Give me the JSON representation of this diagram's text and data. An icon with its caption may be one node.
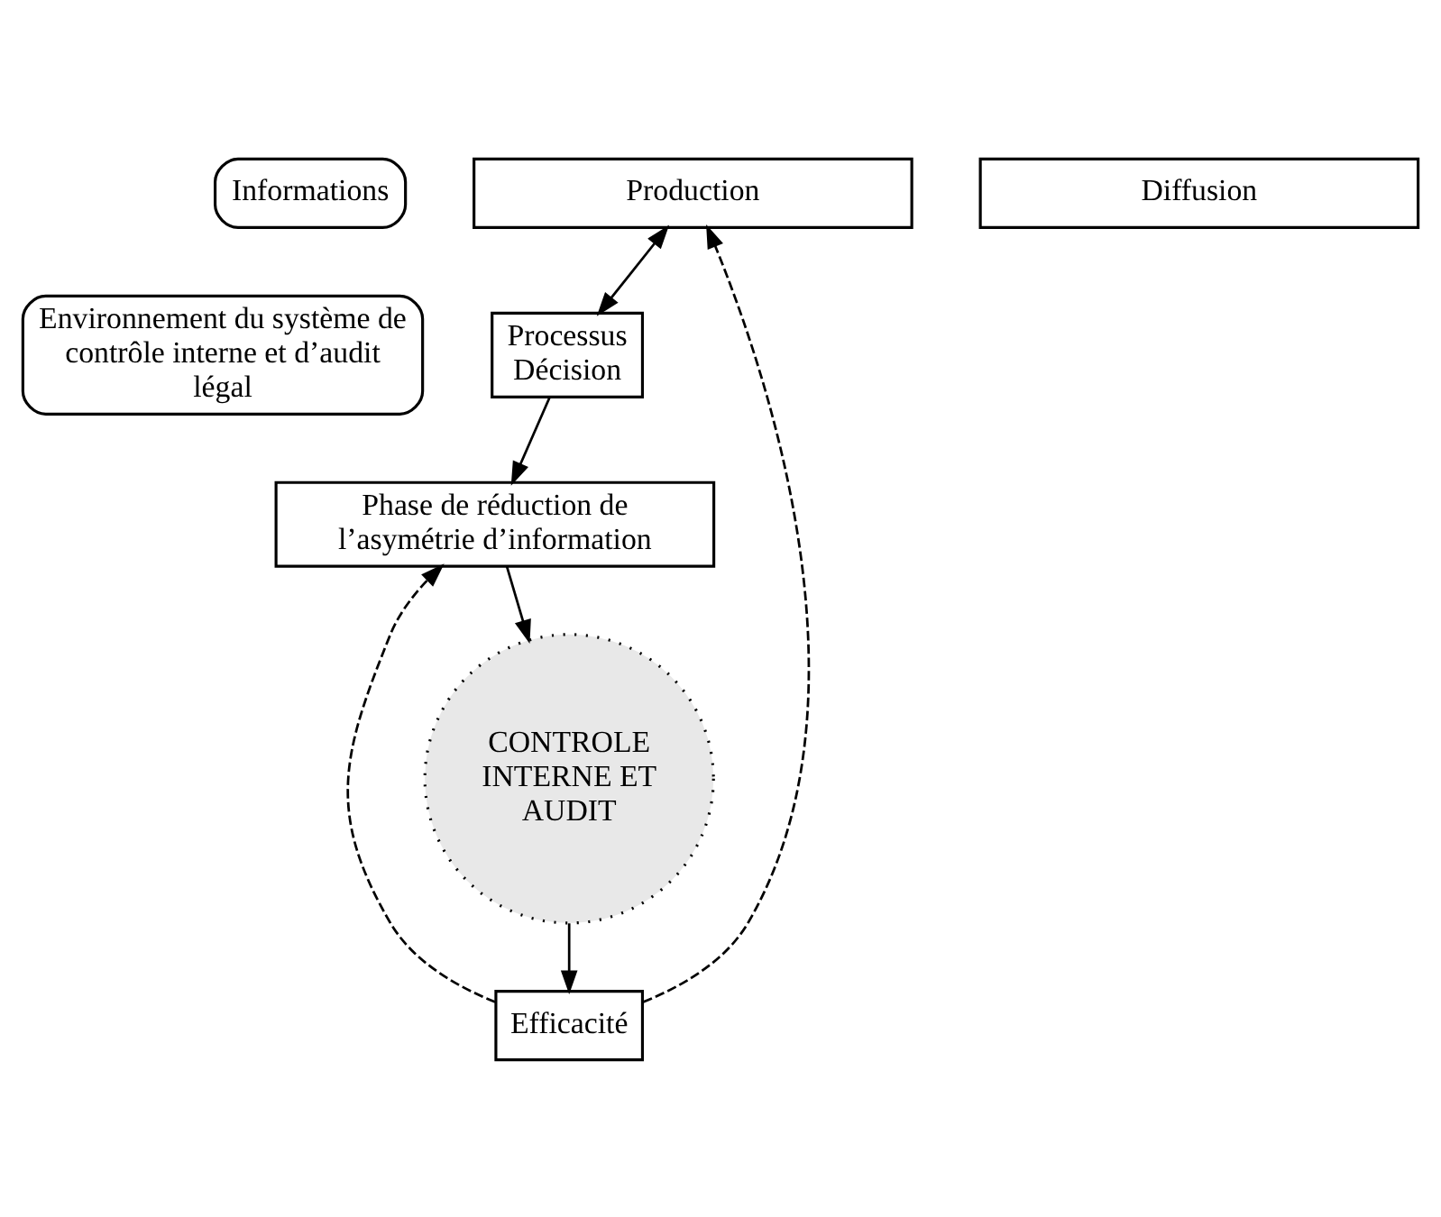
{
  "diagram": {
    "nodes": [
      {
        "text": [
          "Informations"
        ]
      },
      {
        "text": [
          "Environnement du système de contrôle interne et d’audit légal"
        ]
      },
      {
        "text": [
          "Production"
        ]
      },
      {
        "text": [
          "Diffusion"
        ]
      },
      {
        "text": [
          "Processus",
          "Décision"
        ]
      },
      {
        "text": [
          "CONTROLE INTERNE ET AUDIT"
        ]
      },
      {
        "text": [
          "Efficacité"
        ]
      },
      {
        "text": [
          "Phase de réduction de l’asymétrie d’information"
        ]
      }
    ],
    "edges": [
      {
        "from": 2,
        "to": 4,
        "arrow": "both"
      },
      {
        "from": 4,
        "to": 7,
        "arrow": "to"
      },
      {
        "from": 5,
        "to": 6,
        "arrow": "to"
      },
      {
        "from": 7,
        "to": 5,
        "arrow": "to"
      },
      {
        "from": 6,
        "to": 2,
        "arrow": "to",
        "style": "dashed"
      },
      {
        "from": 6,
        "to": 7,
        "arrow": "to",
        "style": "dashed"
      }
    ]
  }
}
